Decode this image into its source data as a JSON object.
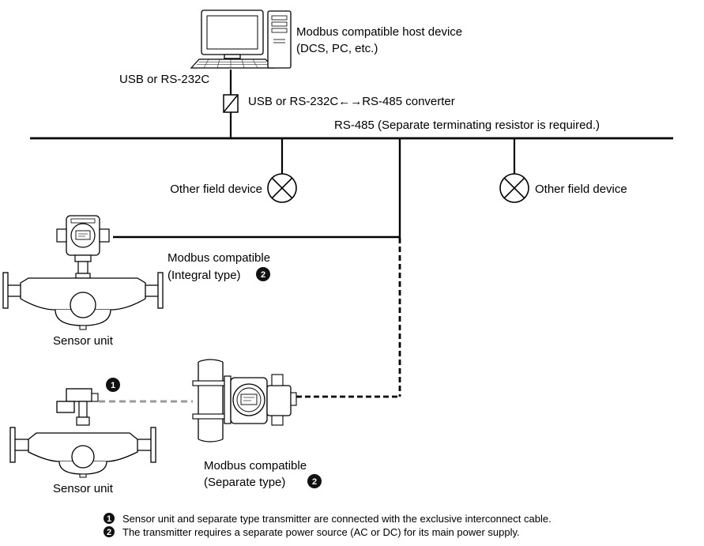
{
  "host": {
    "name": "Modbus compatible host device",
    "examples": "(DCS, PC, etc.)",
    "icon": "desktop-computer-icon"
  },
  "link_label": "USB or RS-232C",
  "converter_label": "USB or RS-232C←→RS-485 converter",
  "bus_label": "RS-485 (Separate terminating resistor is required.)",
  "field_device_left": "Other field device",
  "field_device_right": "Other field device",
  "integral": {
    "line1": "Modbus compatible",
    "line2": "(Integral type)",
    "badge": "2",
    "sensor_label": "Sensor unit"
  },
  "separate": {
    "line1": "Modbus compatible",
    "line2": "(Separate type)",
    "badge": "2",
    "sensor_label": "Sensor unit",
    "cable_badge": "1"
  },
  "notes": [
    {
      "badge": "1",
      "text": "Sensor unit and separate type transmitter are connected with the exclusive interconnect cable."
    },
    {
      "badge": "2",
      "text": "The transmitter requires a separate power source (AC or DC) for its main power supply."
    }
  ],
  "colors": {
    "line": "#000000",
    "dashed_cable": "#9a9a9a",
    "badge": "#111111"
  }
}
